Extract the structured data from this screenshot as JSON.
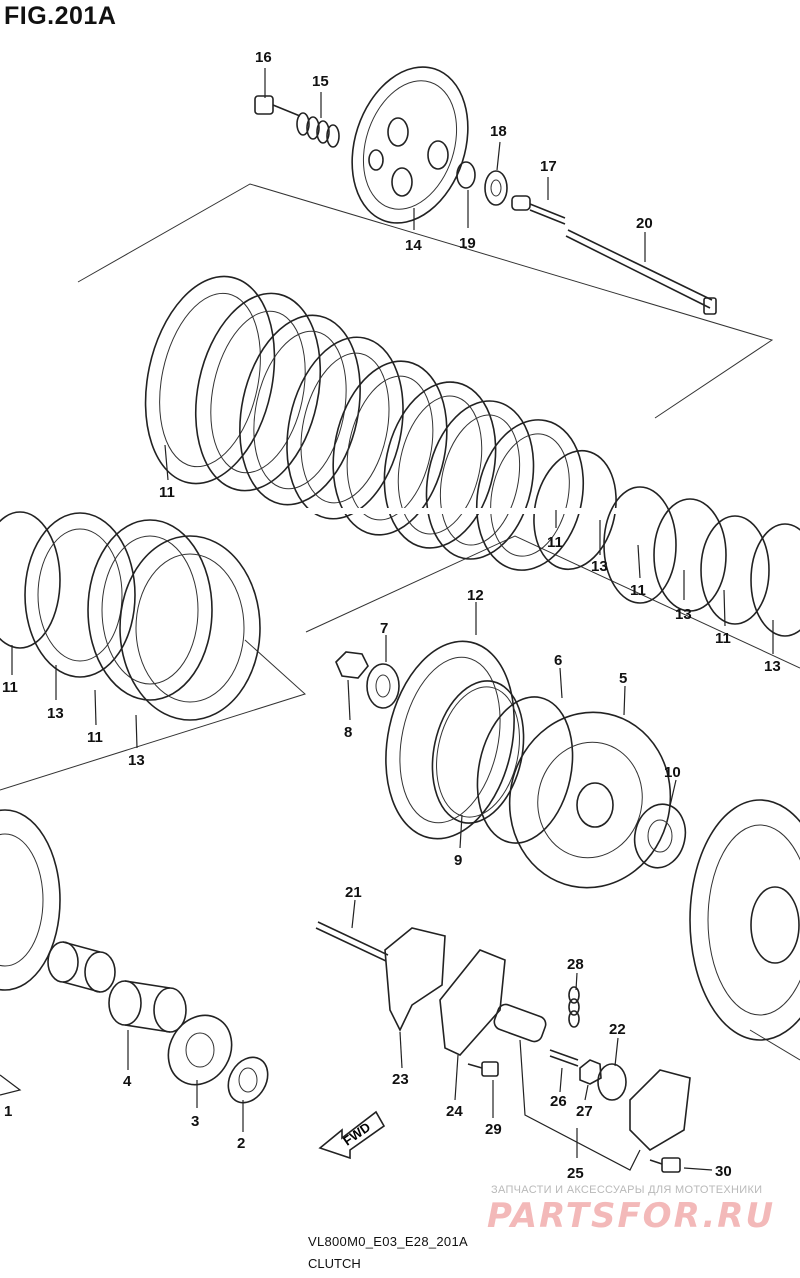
{
  "header": {
    "figure_title": "FIG.201A"
  },
  "callouts": [
    "16",
    "15",
    "14",
    "19",
    "18",
    "17",
    "20",
    "11",
    "11",
    "13",
    "11",
    "13",
    "11",
    "13",
    "11",
    "12",
    "7",
    "8",
    "6",
    "5",
    "10",
    "9",
    "11",
    "13",
    "11",
    "13",
    "21",
    "28",
    "22",
    "23",
    "24",
    "29",
    "26",
    "27",
    "25",
    "30",
    "4",
    "3",
    "2",
    "1"
  ],
  "fwd_label": "FWD",
  "footer": {
    "model_code": "VL800M0_E03_E28_201A",
    "section_title": "CLUTCH"
  },
  "watermark": {
    "caption": "ЗАПЧАСТИ И АКСЕССУАРЫ ДЛЯ МОТОТЕХНИКИ",
    "brand": "PARTSFOR.RU"
  }
}
